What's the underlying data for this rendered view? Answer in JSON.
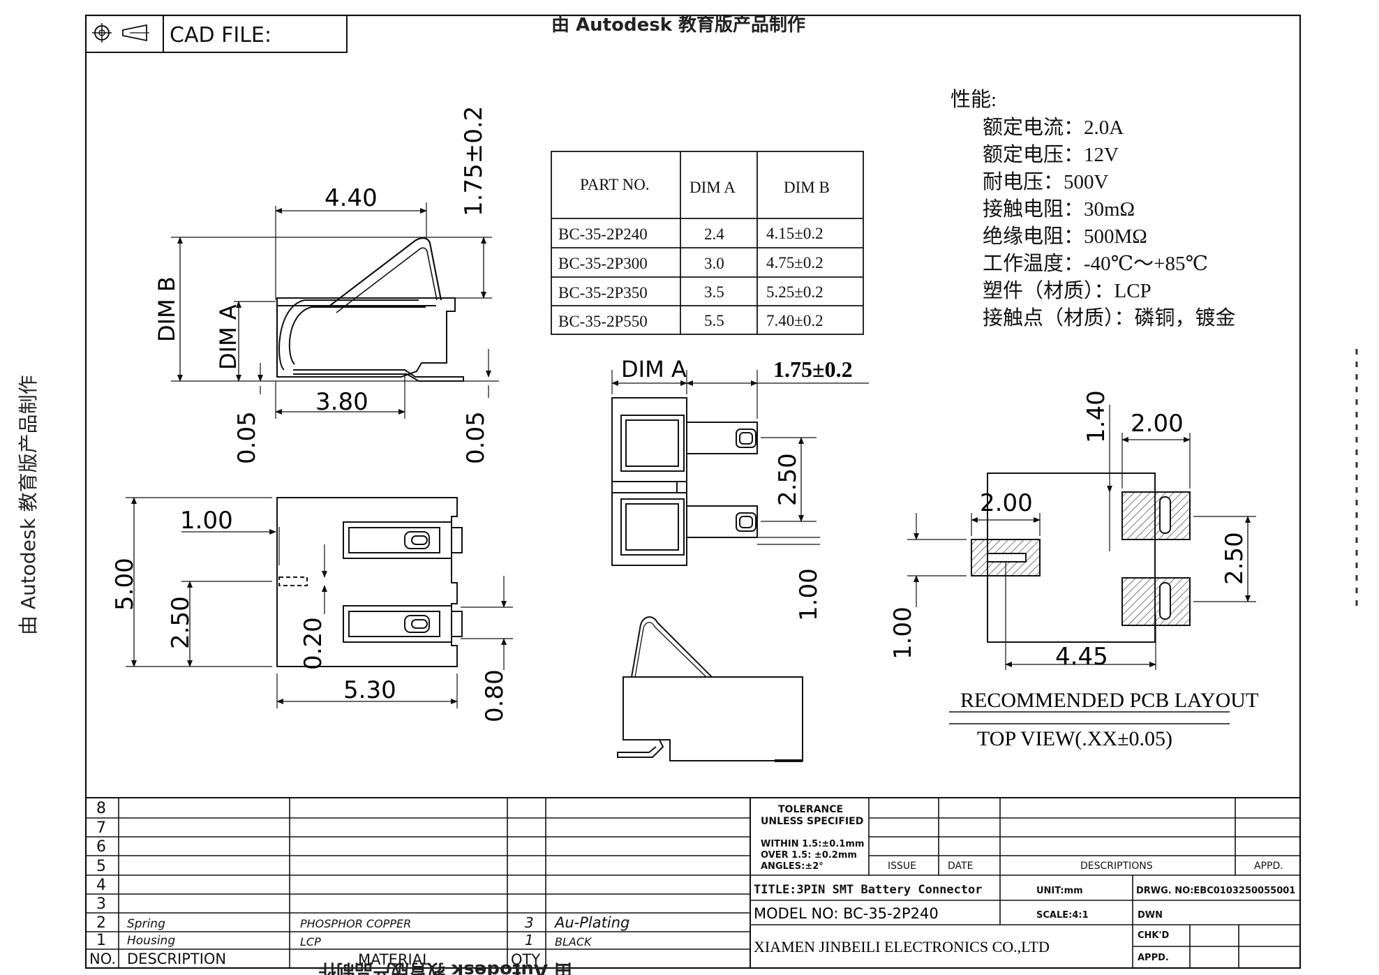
{
  "header": {
    "cad_label": "CAD FILE:",
    "watermark_top": "由 Autodesk 教育版产品制作",
    "watermark_left": "由 Autodesk 教育版产品制作",
    "watermark_bottom": "由 Autodesk 教育版产品制作"
  },
  "dims": {
    "w440": "4.40",
    "h175": "1.75±0.2",
    "dim_b": "DIM B",
    "dim_a": "DIM A",
    "w380": "3.80",
    "t005a": "0.05",
    "t005b": "0.05",
    "p100": "1.00",
    "p500": "5.00",
    "p250": "2.50",
    "p020": "0.20",
    "p530": "5.30",
    "p080": "0.80",
    "f_dima": "DIM A",
    "f_175": "1.75±0.2",
    "f_250": "2.50",
    "f_100": "1.00"
  },
  "part_table": {
    "headers": [
      "PART NO.",
      "DIM A",
      "DIM B"
    ],
    "rows": [
      [
        "BC-35-2P240",
        "2.4",
        "4.15±0.2"
      ],
      [
        "BC-35-2P300",
        "3.0",
        "4.75±0.2"
      ],
      [
        "BC-35-2P350",
        "3.5",
        "5.25±0.2"
      ],
      [
        "BC-35-2P550",
        "5.5",
        "7.40±0.2"
      ]
    ]
  },
  "specs": {
    "title": "性能:",
    "items": [
      "额定电流：2.0A",
      "额定电压：12V",
      "耐电压：500V",
      "接触电阻：30mΩ",
      "绝缘电阻：500MΩ",
      "工作温度：-40℃～+85℃",
      "塑件（材质）：LCP",
      "接触点（材质）：磷铜，镀金"
    ]
  },
  "pcb": {
    "d140": "1.40",
    "d200a": "2.00",
    "d200b": "2.00",
    "d250": "2.50",
    "d100": "1.00",
    "d445": "4.45",
    "label1": "RECOMMENDED PCB LAYOUT",
    "label2": "TOP VIEW(.XX±0.05)"
  },
  "bom": {
    "row_numbers": [
      "8",
      "7",
      "6",
      "5",
      "4",
      "3",
      "2",
      "1"
    ],
    "items": [
      {
        "no": "2",
        "desc": "Spring",
        "material": "PHOSPHOR COPPER",
        "qty": "3",
        "finish": "Au-Plating"
      },
      {
        "no": "1",
        "desc": "Housing",
        "material": "LCP",
        "qty": "1",
        "finish": "BLACK"
      }
    ],
    "footer": {
      "no": "NO.",
      "desc": "DESCRIPTION",
      "material": "MATERIAL",
      "qty": "QTY"
    }
  },
  "title_block": {
    "tol1": "TOLERANCE",
    "tol2": "UNLESS SPECIFIED",
    "tol3": "WITHIN 1.5:±0.1mm",
    "tol4": "OVER 1.5: ±0.2mm",
    "tol5": "ANGLES:±2°",
    "issue": "ISSUE",
    "date": "DATE",
    "descriptions": "DESCRIPTIONS",
    "appd": "APPD.",
    "title": "TITLE:3PIN SMT Battery Connector",
    "unit": "UNIT:mm",
    "drwg": "DRWG. NO:EBC0103250055001",
    "model": "MODEL NO: BC-35-2P240",
    "scale": "SCALE:4:1",
    "dwn": "DWN",
    "chkd": "CHK'D",
    "appd2": "APPD.",
    "company": "XIAMEN JINBEILI ELECTRONICS CO.,LTD"
  }
}
